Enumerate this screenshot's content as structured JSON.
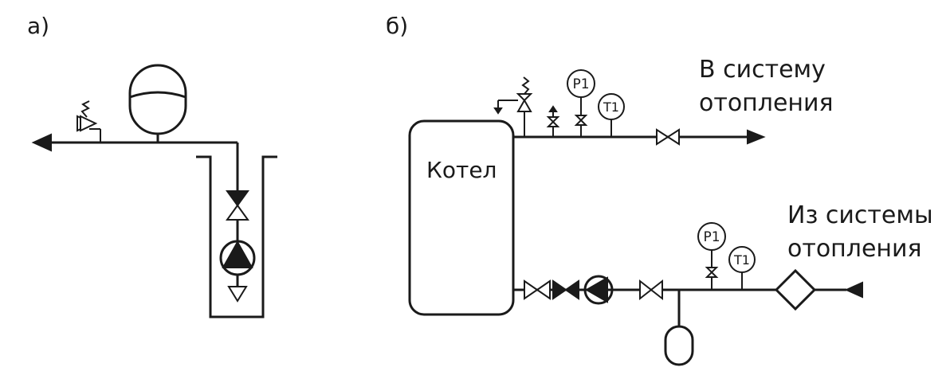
{
  "panel_a": {
    "label": "а)"
  },
  "panel_b": {
    "label": "б)",
    "boiler_label": "Котел",
    "supply_line1": "В систему",
    "supply_line2": "отопления",
    "return_line1": "Из системы",
    "return_line2": "отопления",
    "gauge_pressure": "P1",
    "gauge_temperature": "T1"
  }
}
